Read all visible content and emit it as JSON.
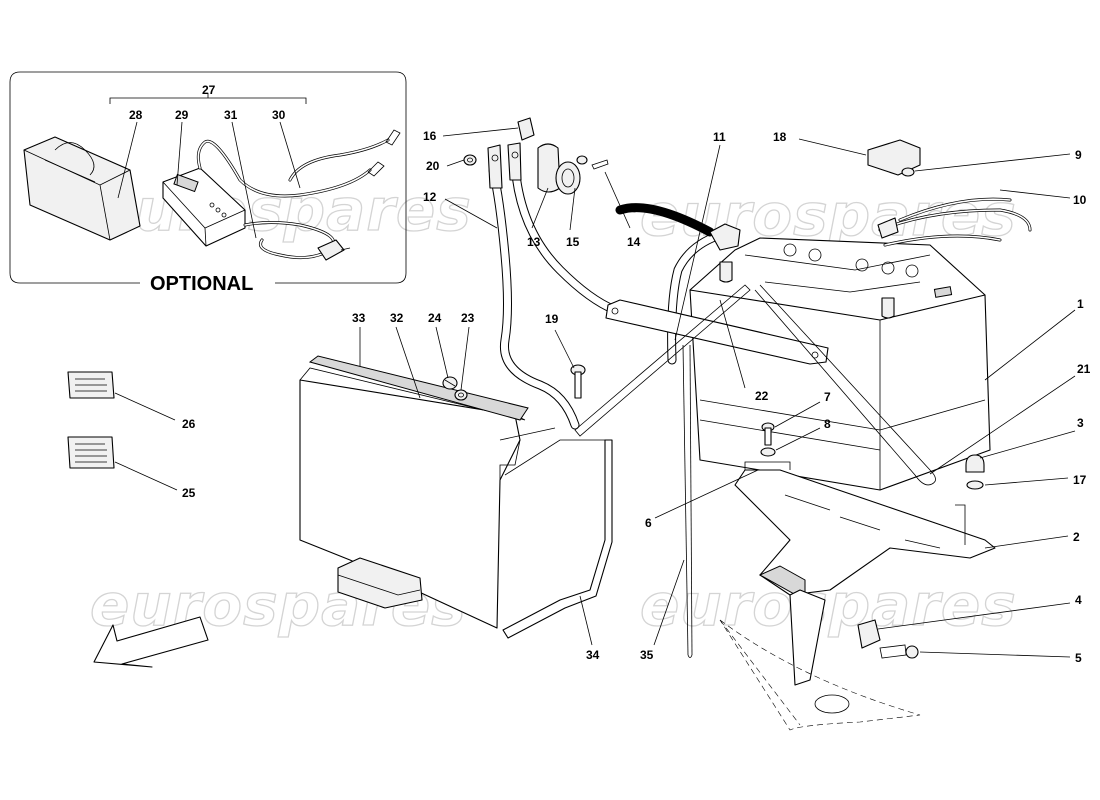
{
  "watermark": "eurospares",
  "optional_label": "OPTIONAL",
  "callouts": {
    "c1": "1",
    "c2": "2",
    "c3": "3",
    "c4": "4",
    "c5": "5",
    "c6": "6",
    "c7": "7",
    "c8": "8",
    "c9": "9",
    "c10": "10",
    "c11": "11",
    "c12": "12",
    "c13": "13",
    "c14": "14",
    "c15": "15",
    "c16": "16",
    "c17": "17",
    "c18": "18",
    "c19": "19",
    "c20": "20",
    "c21": "21",
    "c22": "22",
    "c23": "23",
    "c24": "24",
    "c25": "25",
    "c26": "26",
    "c27": "27",
    "c28": "28",
    "c29": "29",
    "c30": "30",
    "c31": "31",
    "c32": "32",
    "c33": "33",
    "c34": "34",
    "c35": "35"
  },
  "icons": {
    "battery": "battery-icon",
    "direction_arrow": "front-direction-arrow-icon",
    "charger": "charger-icon"
  }
}
